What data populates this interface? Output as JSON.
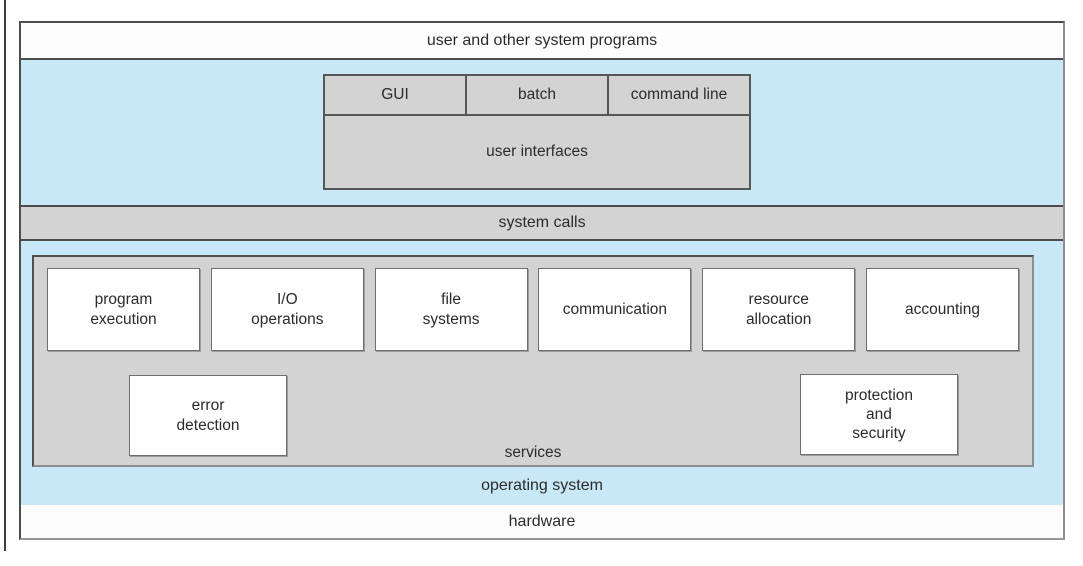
{
  "diagram": {
    "top_band": {
      "label": "user and other system programs"
    },
    "user_interfaces": {
      "cells": [
        {
          "label": "GUI"
        },
        {
          "label": "batch"
        },
        {
          "label": "command line"
        }
      ],
      "label": "user interfaces"
    },
    "system_calls": {
      "label": "system calls"
    },
    "services": {
      "row1": [
        {
          "label": "program\nexecution"
        },
        {
          "label": "I/O\noperations"
        },
        {
          "label": "file\nsystems"
        },
        {
          "label": "communication"
        },
        {
          "label": "resource\nallocation"
        },
        {
          "label": "accounting"
        }
      ],
      "row2": [
        {
          "label": "error\ndetection"
        },
        {
          "label": "protection\nand\nsecurity"
        }
      ],
      "label": "services"
    },
    "operating_system": {
      "label": "operating system"
    },
    "hardware": {
      "label": "hardware"
    },
    "colors": {
      "band_blue": "#c9e8f7",
      "band_gray": "#d3d3d3",
      "box_white": "#fefefe",
      "border_dark": "#4c4c4c",
      "text": "#2b2b2b"
    }
  }
}
